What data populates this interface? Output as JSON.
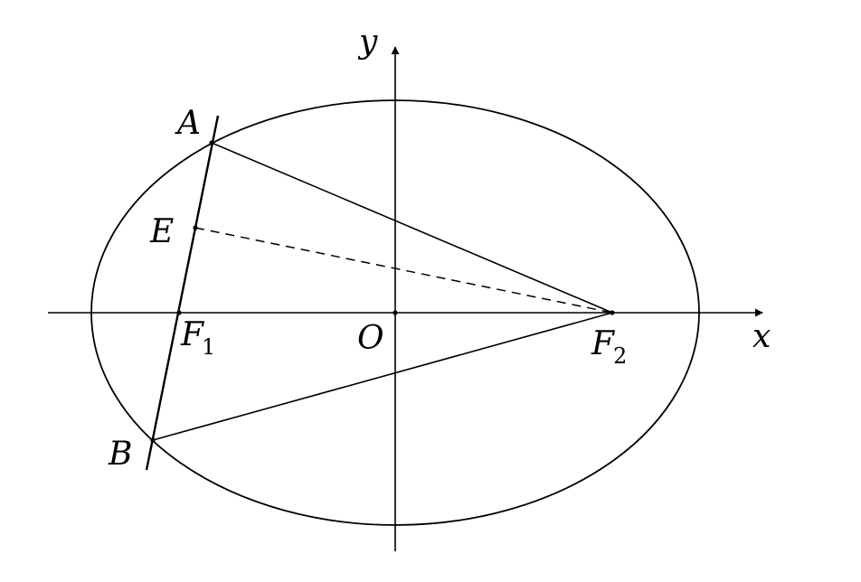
{
  "labels": {
    "x_axis": "x",
    "y_axis": "y",
    "origin": "O",
    "point_a": "A",
    "point_b": "B",
    "point_e": "E",
    "focus1_letter": "F",
    "focus1_sub": "1",
    "focus2_letter": "F",
    "focus2_sub": "2"
  },
  "colors": {
    "stroke": "#000000",
    "background": "#ffffff"
  }
}
